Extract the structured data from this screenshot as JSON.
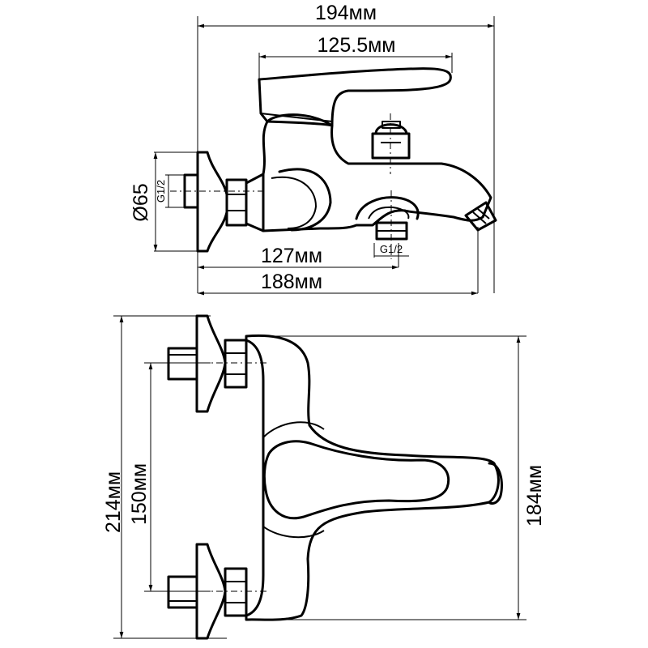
{
  "drawing": {
    "top_view": {
      "overall_width": "194мм",
      "handle_length": "125.5мм",
      "flange_diameter": "Ø65",
      "inlet_thread": "G1/2",
      "outlet_thread": "G1/2",
      "inlet_to_body": "127мм",
      "overall_depth": "188мм"
    },
    "front_view": {
      "total_height": "214мм",
      "inlet_spacing": "150мм",
      "body_height": "184мм"
    }
  }
}
